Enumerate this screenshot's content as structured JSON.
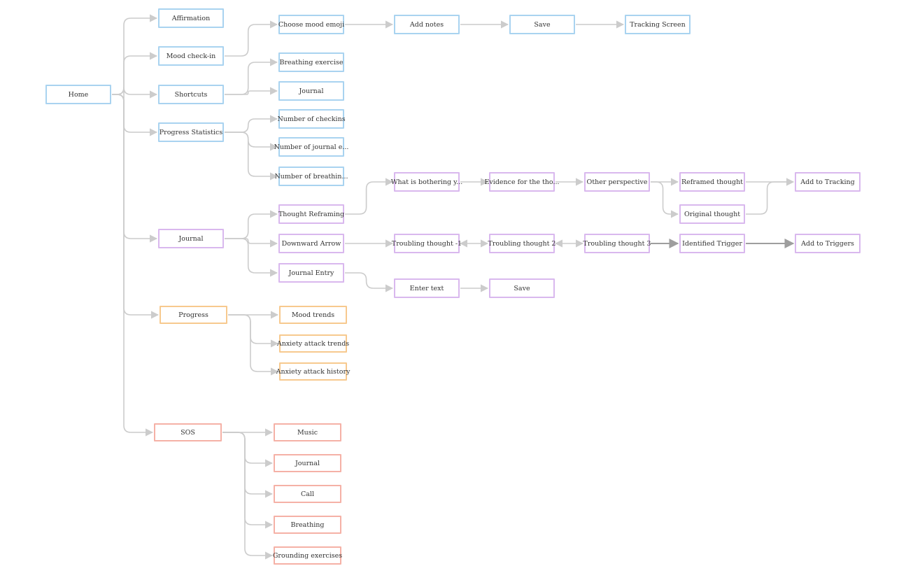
{
  "colors": {
    "blue": "#a9d3f0",
    "purple": "#d9b8ee",
    "orange": "#f7c98e",
    "red": "#f5b1a6",
    "connector": "#cccccc",
    "connector_dark": "#9e9e9e"
  },
  "nodes": {
    "home": "Home",
    "affirmation": "Affirmation",
    "mood_checkin": "Mood check-in",
    "shortcuts": "Shortcuts",
    "progress_statistics": "Progress Statistics",
    "choose_mood_emoji": "Choose mood emoji",
    "add_notes": "Add notes",
    "save_mood": "Save",
    "tracking_screen": "Tracking Screen",
    "breathing_exercise": "Breathing exercise",
    "shortcut_journal": "Journal",
    "num_checkins": "Number of checkins",
    "num_journal": "Number of journal e...",
    "num_breathing": "Number of breathin...",
    "journal": "Journal",
    "thought_reframing": "Thought Reframing",
    "downward_arrow": "Downward Arrow",
    "journal_entry": "Journal Entry",
    "what_bothering": "What is bothering y...",
    "evidence": "Evidence for the tho...",
    "other_perspective": "Other perspective",
    "reframed_thought": "Reframed thought",
    "original_thought": "Original thought",
    "add_to_tracking": "Add to Tracking",
    "troubling_1": "Troubling thought -1",
    "troubling_2": "Troubling thought 2",
    "troubling_3": "Troubling thought 3",
    "identified_trigger": "Identified Trigger",
    "add_to_triggers": "Add to Triggers",
    "enter_text": "Enter text",
    "save_journal": "Save",
    "progress": "Progress",
    "mood_trends": "Mood trends",
    "anxiety_trends": "Anxiety attack trends",
    "anxiety_history": "Anxiety attack history",
    "sos": "SOS",
    "music": "Music",
    "sos_journal": "Journal",
    "call": "Call",
    "breathing": "Breathing",
    "grounding": "Grounding exercises"
  },
  "edges": [
    [
      "home",
      "affirmation"
    ],
    [
      "home",
      "mood_checkin"
    ],
    [
      "home",
      "shortcuts"
    ],
    [
      "home",
      "progress_statistics"
    ],
    [
      "home",
      "journal"
    ],
    [
      "home",
      "progress"
    ],
    [
      "home",
      "sos"
    ],
    [
      "mood_checkin",
      "choose_mood_emoji"
    ],
    [
      "choose_mood_emoji",
      "add_notes"
    ],
    [
      "add_notes",
      "save_mood"
    ],
    [
      "save_mood",
      "tracking_screen"
    ],
    [
      "shortcuts",
      "breathing_exercise"
    ],
    [
      "shortcuts",
      "shortcut_journal"
    ],
    [
      "progress_statistics",
      "num_checkins"
    ],
    [
      "progress_statistics",
      "num_journal"
    ],
    [
      "progress_statistics",
      "num_breathing"
    ],
    [
      "journal",
      "thought_reframing"
    ],
    [
      "journal",
      "downward_arrow"
    ],
    [
      "journal",
      "journal_entry"
    ],
    [
      "thought_reframing",
      "what_bothering"
    ],
    [
      "what_bothering",
      "evidence"
    ],
    [
      "evidence",
      "other_perspective"
    ],
    [
      "other_perspective",
      "reframed_thought"
    ],
    [
      "other_perspective",
      "original_thought"
    ],
    [
      "reframed_thought",
      "add_to_tracking"
    ],
    [
      "original_thought",
      "add_to_tracking"
    ],
    [
      "downward_arrow",
      "troubling_1"
    ],
    [
      "troubling_1",
      "troubling_2",
      "both"
    ],
    [
      "troubling_2",
      "troubling_3",
      "both"
    ],
    [
      "troubling_3",
      "identified_trigger",
      "dark"
    ],
    [
      "identified_trigger",
      "add_to_triggers",
      "dark"
    ],
    [
      "journal_entry",
      "enter_text"
    ],
    [
      "enter_text",
      "save_journal"
    ],
    [
      "progress",
      "mood_trends"
    ],
    [
      "progress",
      "anxiety_trends"
    ],
    [
      "progress",
      "anxiety_history"
    ],
    [
      "sos",
      "music"
    ],
    [
      "sos",
      "sos_journal"
    ],
    [
      "sos",
      "call"
    ],
    [
      "sos",
      "breathing"
    ],
    [
      "sos",
      "grounding"
    ]
  ]
}
